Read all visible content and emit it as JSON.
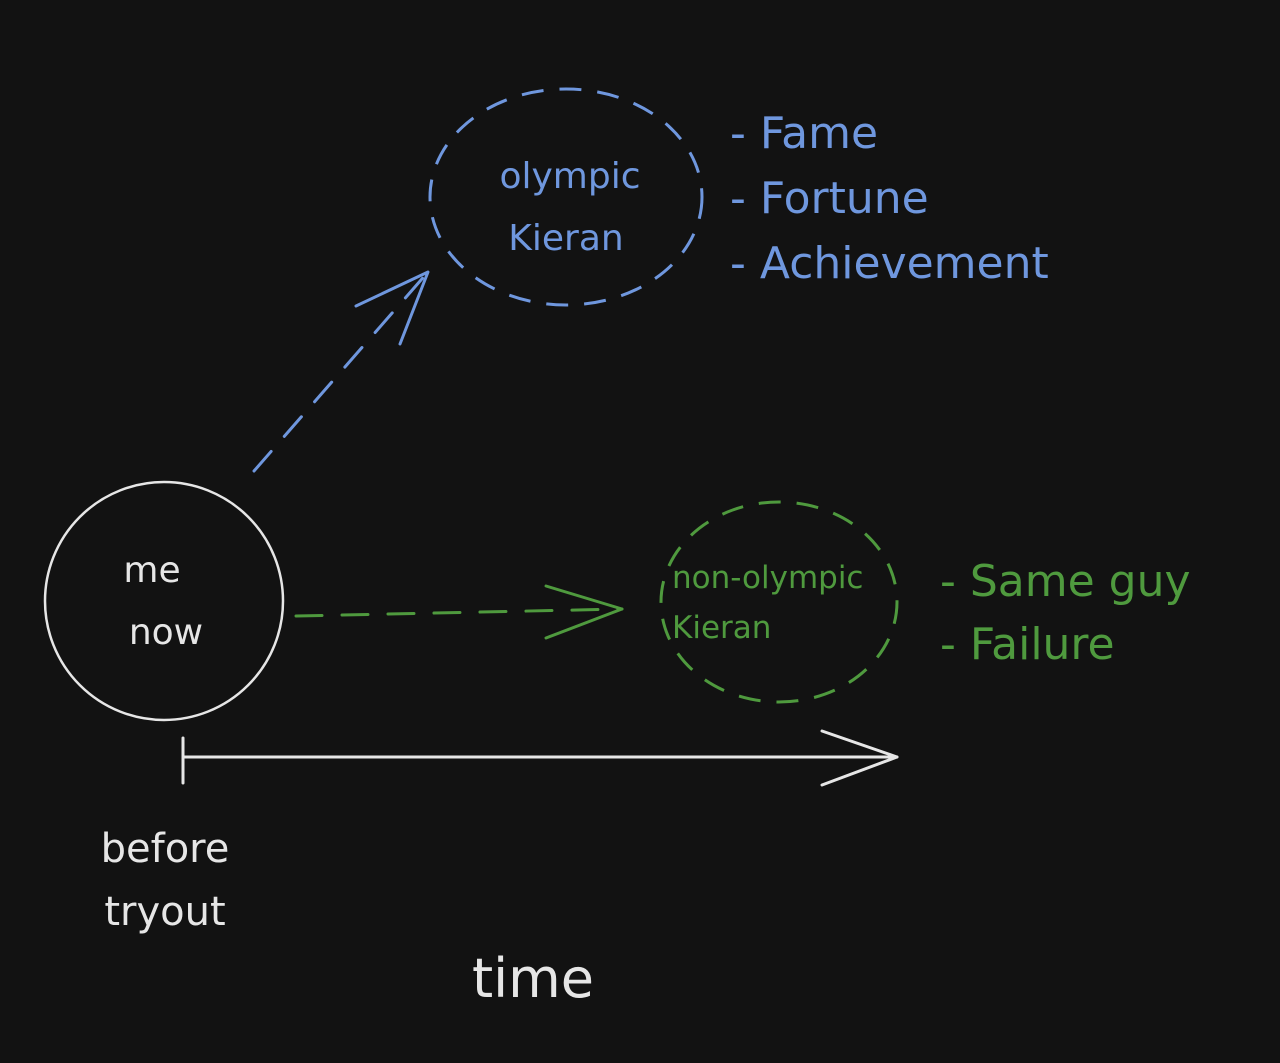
{
  "colors": {
    "background": "#121212",
    "white": "#e6e6e6",
    "blue": "#6f97de",
    "green": "#4f9a3e"
  },
  "nodes": {
    "me_now": {
      "line1": "me",
      "line2": "now"
    },
    "olympic": {
      "line1": "olympic",
      "line2": "Kieran"
    },
    "non_olympic": {
      "line1": "non-olympic",
      "line2": "Kieran"
    }
  },
  "olympic_outcomes": [
    "- Fame",
    "- Fortune",
    "- Achievement"
  ],
  "non_olympic_outcomes": [
    "- Same guy",
    "- Failure"
  ],
  "timeline": {
    "start_label_line1": "before",
    "start_label_line2": "tryout",
    "axis_label": "time"
  }
}
